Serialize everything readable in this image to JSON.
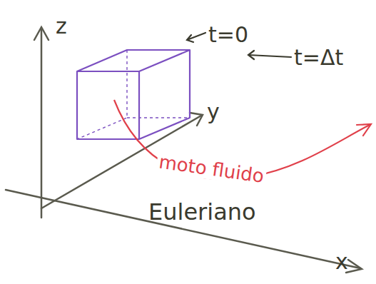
{
  "diagram": {
    "labels": [
      "z",
      "y",
      "x",
      "t=0",
      "t=Δt",
      "moto fluido",
      "Euleriano"
    ]
  }
}
